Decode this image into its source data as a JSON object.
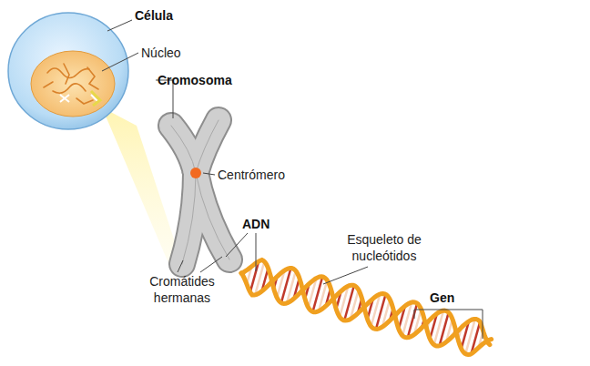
{
  "diagram": {
    "labels": [
      "Célula",
      "Núcleo",
      "Cromosoma",
      "Centrómero",
      "ADN",
      "Esqueleto de nucleótidos",
      "Cromátides hermanas",
      "Gen"
    ]
  }
}
